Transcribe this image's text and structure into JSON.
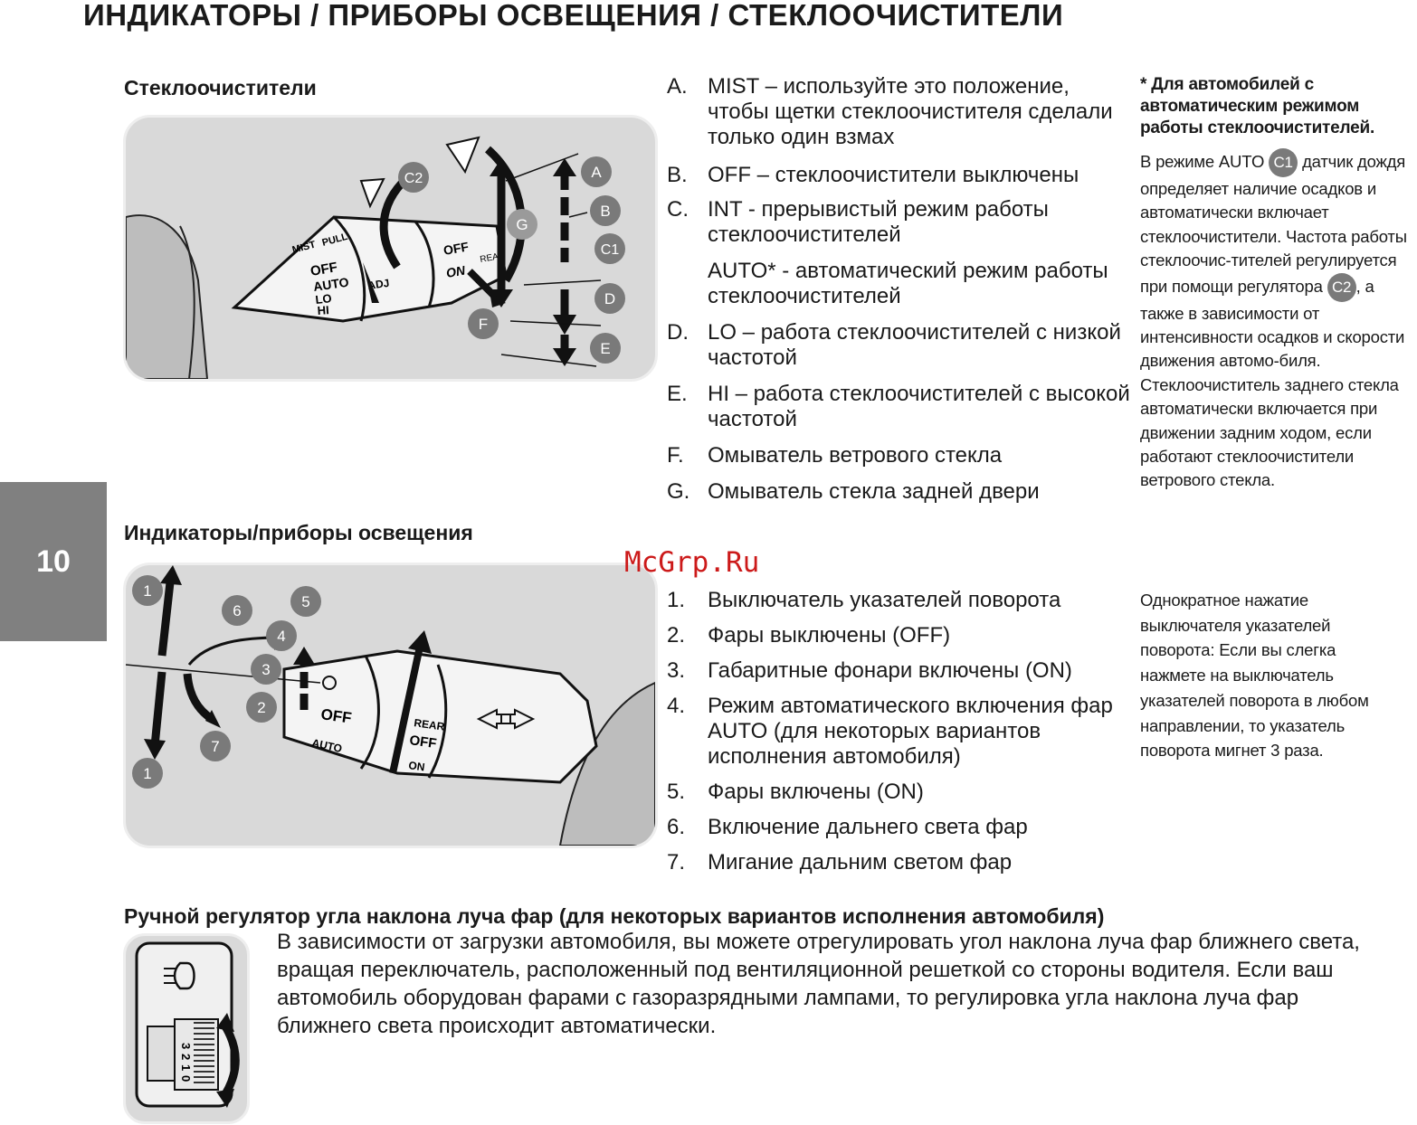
{
  "page_title": "ИНДИКАТОРЫ / ПРИБОРЫ ОСВЕЩЕНИЯ / СТЕКЛООЧИСТИТЕЛИ",
  "chapter_number": "10",
  "watermark": "McGrp.Ru",
  "colors": {
    "tab": "#808080",
    "badge": "#7a7a7a",
    "panel": "#d9d9d9",
    "watermark": "#cc1a1a"
  },
  "wipers": {
    "heading": "Стеклоочистители",
    "figure": {
      "callouts": [
        "A",
        "B",
        "C1",
        "D",
        "E",
        "F",
        "G",
        "C2"
      ],
      "labels": {
        "mist": "MIST",
        "pull": "PULL",
        "off": "OFF",
        "auto": "AUTO",
        "lo": "LO",
        "hi": "HI",
        "adj": "ADJ",
        "ring_off": "OFF",
        "ring_on": "ON",
        "rear": "REAR"
      }
    },
    "items": [
      {
        "marker": "A.",
        "text": "MIST – используйте это положение, чтобы щетки стеклоочистителя сделали только один взмах"
      },
      {
        "marker": "B.",
        "text": "OFF – стеклоочистители выключены"
      },
      {
        "marker": "C.",
        "text": "INT - прерывистый режим работы стеклоочистителей"
      },
      {
        "marker": "",
        "text": "AUTO* - автоматический режим работы стеклоочистителей"
      },
      {
        "marker": "D.",
        "text": "LO – работа стеклоочистителей с низкой частотой"
      },
      {
        "marker": "E.",
        "text": "HI – работа стеклоочистителей с высокой частотой"
      },
      {
        "marker": "F.",
        "text": "Омыватель ветрового стекла"
      },
      {
        "marker": "G.",
        "text": "Омыватель стекла задней двери"
      }
    ],
    "note": {
      "title": "* Для автомобилей с автоматическим режимом работы стеклоочистителей.",
      "p1": "В режиме AUTO",
      "badge1": "C1",
      "p2": "датчик дождя определяет наличие осадков и автоматически включает стеклоочистители. Частота работы стеклоочис-тителей регулируется при помощи регулятора",
      "badge2": "C2",
      "p3": ", а также в зависимости от интенсивности осадков и скорости движения автомо-биля. Стеклоочиститель заднего стекла автоматически включается при движении задним ходом, если работают стеклоочистители ветрового стекла."
    }
  },
  "lights": {
    "heading": "Индикаторы/приборы освещения",
    "figure": {
      "callouts": [
        "1",
        "1",
        "2",
        "3",
        "4",
        "5",
        "6",
        "7"
      ],
      "labels": {
        "off": "OFF",
        "auto": "AUTO",
        "rear": "REAR",
        "off2": "OFF",
        "on": "ON"
      }
    },
    "items": [
      {
        "marker": "1.",
        "text": "Выключатель указателей поворота"
      },
      {
        "marker": "2.",
        "text": "Фары выключены (OFF)"
      },
      {
        "marker": "3.",
        "text": "Габаритные фонари включены (ON)"
      },
      {
        "marker": "4.",
        "text": "Режим автоматического включения фар AUTO (для некоторых вариантов исполнения автомобиля)"
      },
      {
        "marker": "5.",
        "text": "Фары включены (ON)"
      },
      {
        "marker": "6.",
        "text": "Включение дальнего света фар"
      },
      {
        "marker": "7.",
        "text": "Мигание дальним светом фар"
      }
    ],
    "note": "Однократное нажатие выключателя указателей поворота:  Если вы слегка нажмете на выключатель указателей поворота в любом направлении, то указатель поворота мигнет 3 раза."
  },
  "leveling": {
    "heading": "Ручной регулятор угла наклона луча фар (для некоторых вариантов исполнения автомобиля)",
    "dial_numbers": [
      "3",
      "2",
      "1",
      "0"
    ],
    "text": "В зависимости от загрузки автомобиля, вы можете отрегулировать угол наклона луча фар ближнего света, вращая переключатель, расположенный под вентиляционной решеткой со стороны водителя. Если ваш автомобиль оборудован фарами с газоразрядными лампами, то регулировка угла наклона луча фар ближнего света происходит автоматически."
  }
}
